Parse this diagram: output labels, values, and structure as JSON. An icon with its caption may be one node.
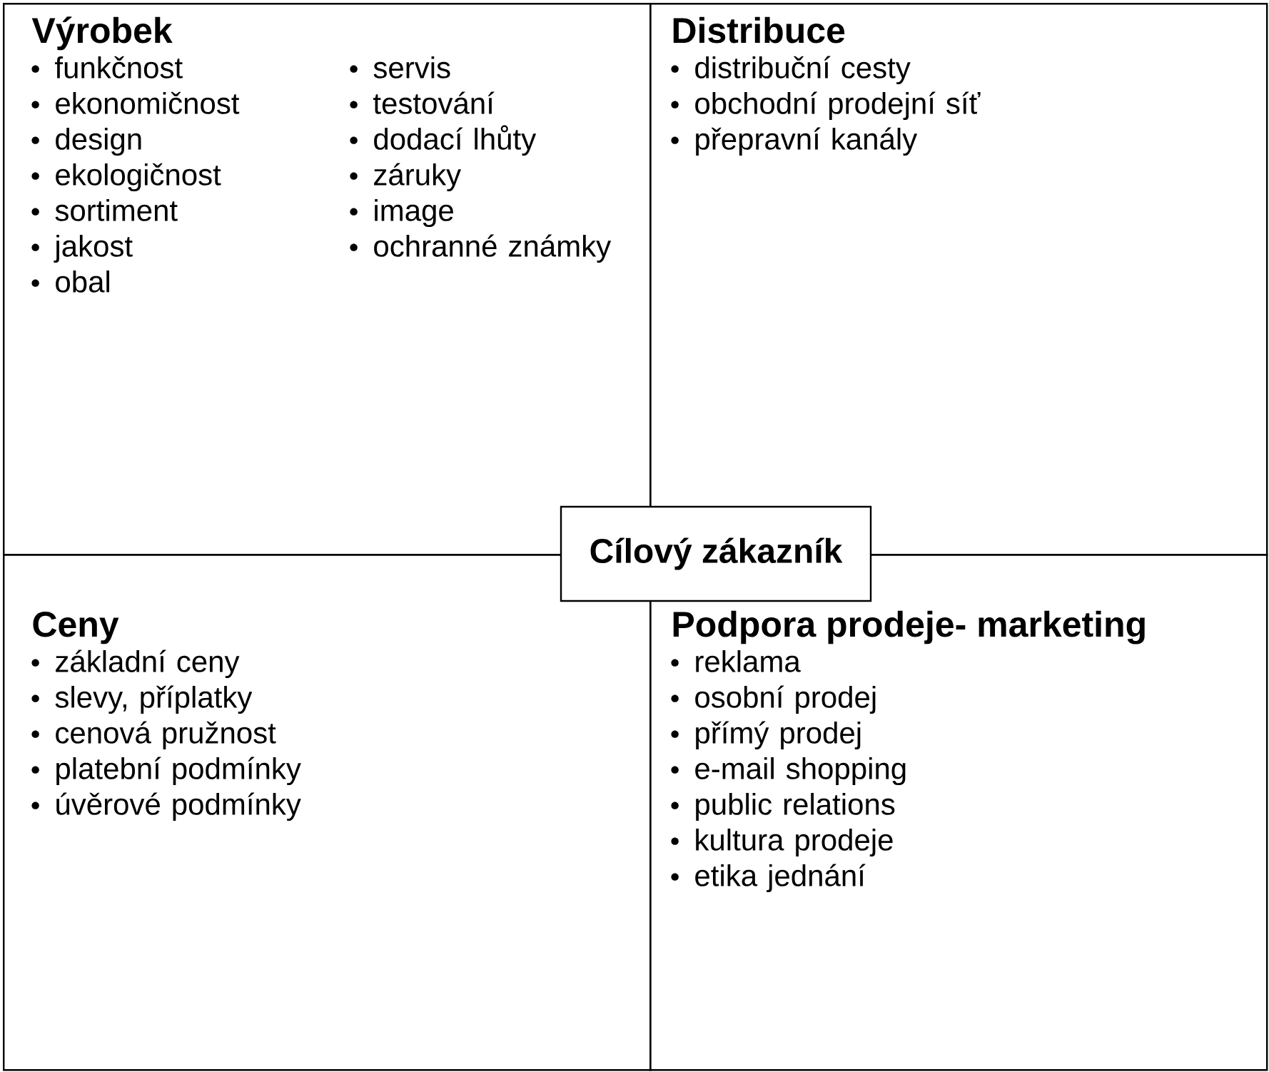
{
  "diagram": {
    "nodes": [
      {
        "text": [
          "Výrobek",
          "funkčnost",
          "ekonomičnost",
          "design",
          "ekologičnost",
          "sortiment",
          "jakost",
          "obal",
          "servis",
          "testování",
          "dodací lhůty",
          "záruky",
          "image",
          "ochranné známky"
        ]
      },
      {
        "text": [
          "Distribuce",
          "distribuční cesty",
          "obchodní prodejní síť",
          "přepravní kanály"
        ]
      },
      {
        "text": [
          "Ceny",
          "základní ceny",
          "slevy, příplatky",
          "cenová pružnost",
          "platební podmínky",
          "úvěrové podmínky"
        ]
      },
      {
        "text": [
          "Podpora prodeje- marketing",
          "reklama",
          "osobní prodej",
          "přímý prodej",
          "e-mail shopping",
          "public relations",
          "kultura prodeje",
          "etika jednání"
        ]
      },
      {
        "text": [
          "Cílový zákazník"
        ]
      }
    ]
  }
}
